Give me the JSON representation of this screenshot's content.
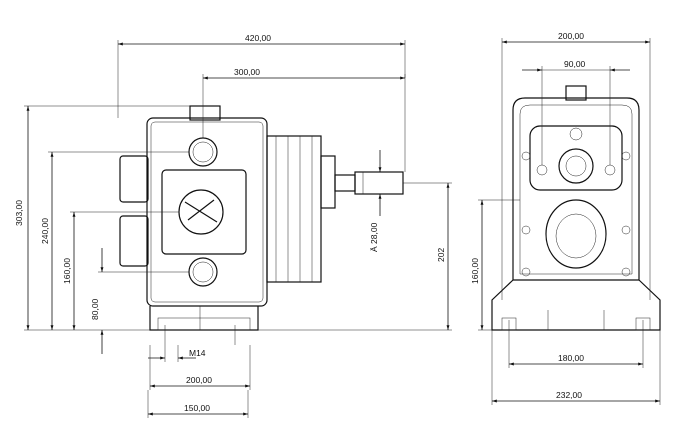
{
  "dimensions": {
    "overall_length": "420,00",
    "length_300": "300,00",
    "height_303": "303,00",
    "height_240": "240,00",
    "height_160_left": "160,00",
    "height_80": "80,00",
    "shaft_dia": "Ä 28,00",
    "height_202": "202",
    "bolt_m14": "M14",
    "foot_200": "200,00",
    "foot_150": "150,00",
    "front_width_200": "200,00",
    "front_90": "90,00",
    "height_160_right": "160,00",
    "foot_180": "180,00",
    "foot_232": "232,00"
  }
}
